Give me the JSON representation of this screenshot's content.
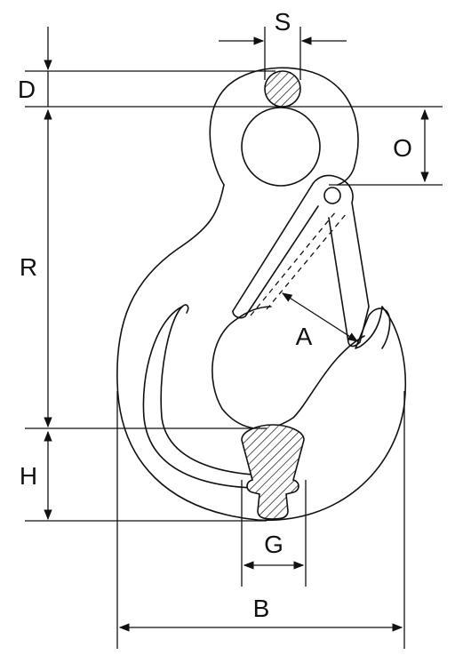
{
  "diagram": {
    "labels": {
      "S": "S",
      "D": "D",
      "O": "O",
      "R": "R",
      "A": "A",
      "H": "H",
      "G": "G",
      "B": "B"
    },
    "colors": {
      "stroke": "#111111",
      "background": "#ffffff"
    }
  }
}
